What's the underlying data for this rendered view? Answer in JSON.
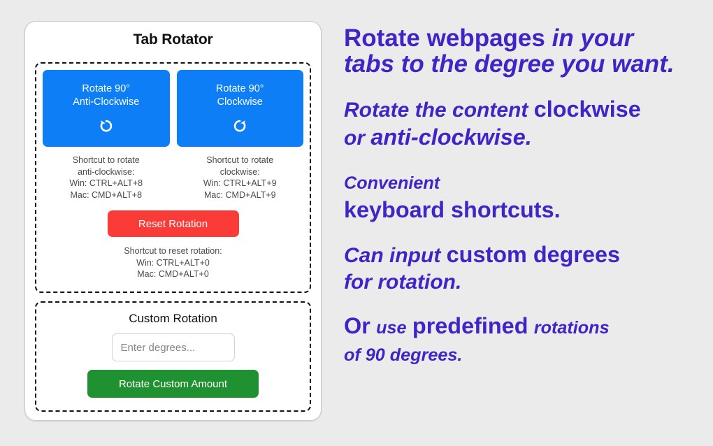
{
  "theme": {
    "page_background": "#ebebeb",
    "card_background": "#ffffff",
    "accent_blue": "#0d7ef5",
    "accent_red": "#fa3b37",
    "accent_green": "#1f9130",
    "marketing_purple": "#4124c6",
    "hint_text_color": "#4b4b4b"
  },
  "popup": {
    "title": "Tab Rotator",
    "rotate_section": {
      "buttons": [
        {
          "label": "Rotate 90°\nAnti-Clockwise",
          "icon": "rotate-anti-clockwise-icon",
          "color": "#0d7ef5"
        },
        {
          "label": "Rotate 90°\nClockwise",
          "icon": "rotate-clockwise-icon",
          "color": "#0d7ef5"
        }
      ],
      "shortcuts": [
        {
          "heading_line_1": "Shortcut to rotate",
          "heading_line_2": "anti-clockwise:",
          "win": "Win: CTRL+ALT+8",
          "mac": "Mac: CMD+ALT+8"
        },
        {
          "heading_line_1": "Shortcut to rotate",
          "heading_line_2": "clockwise:",
          "win": "Win: CTRL+ALT+9",
          "mac": "Mac: CMD+ALT+9"
        }
      ],
      "reset_button_label": "Reset Rotation",
      "reset_shortcut": {
        "heading": "Shortcut to reset rotation:",
        "win": "Win: CTRL+ALT+0",
        "mac": "Mac: CMD+ALT+0"
      }
    },
    "custom_section": {
      "title": "Custom Rotation",
      "input_placeholder": "Enter degrees...",
      "input_value": "",
      "button_label": "Rotate Custom Amount"
    }
  },
  "marketing": {
    "line_1": {
      "part_a": "Rotate webpages",
      "part_b": "in your",
      "part_c": "tabs to the degree you want."
    },
    "line_2": {
      "part_a": "Rotate the content",
      "part_b": "clockwise",
      "part_c": "or",
      "part_d": "anti-clockwise."
    },
    "line_3": {
      "part_a": "Convenient",
      "part_b": "keyboard shortcuts."
    },
    "line_4": {
      "part_a": "Can input",
      "part_b": "custom degrees",
      "part_c": "for rotation."
    },
    "line_5": {
      "part_a": "Or",
      "part_b": "use",
      "part_c": "predefined",
      "part_d": "rotations",
      "part_e": "of 90 degrees."
    }
  }
}
